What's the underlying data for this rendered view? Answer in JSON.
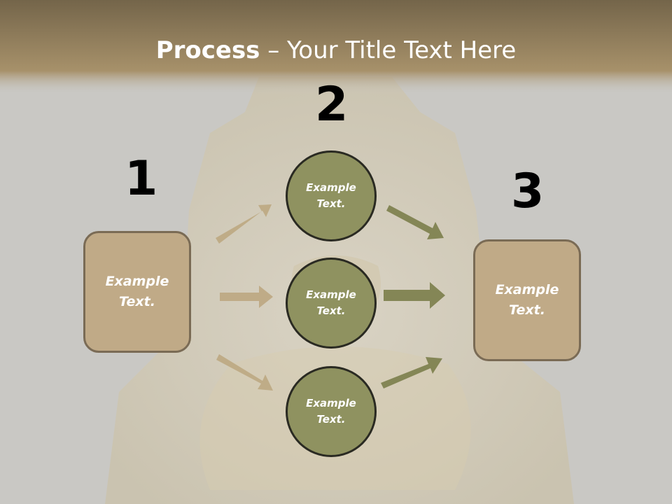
{
  "header": {
    "title_bold": "Process",
    "title_rest": " – Your Title Text Here"
  },
  "steps": {
    "num1": "1",
    "num2": "2",
    "num3": "3"
  },
  "left_box": {
    "line1": "Example",
    "line2": "Text."
  },
  "right_box": {
    "line1": "Example",
    "line2": "Text."
  },
  "circles": [
    {
      "line1": "Example",
      "line2": "Text."
    },
    {
      "line1": "Example",
      "line2": "Text."
    },
    {
      "line1": "Example",
      "line2": "Text."
    }
  ],
  "colors": {
    "header_band": "#7a6a4a",
    "box_fill": "#c0aa87",
    "circle_fill": "#8f9260",
    "arrow_tan": "#bda882",
    "arrow_olive": "#7f8250"
  }
}
